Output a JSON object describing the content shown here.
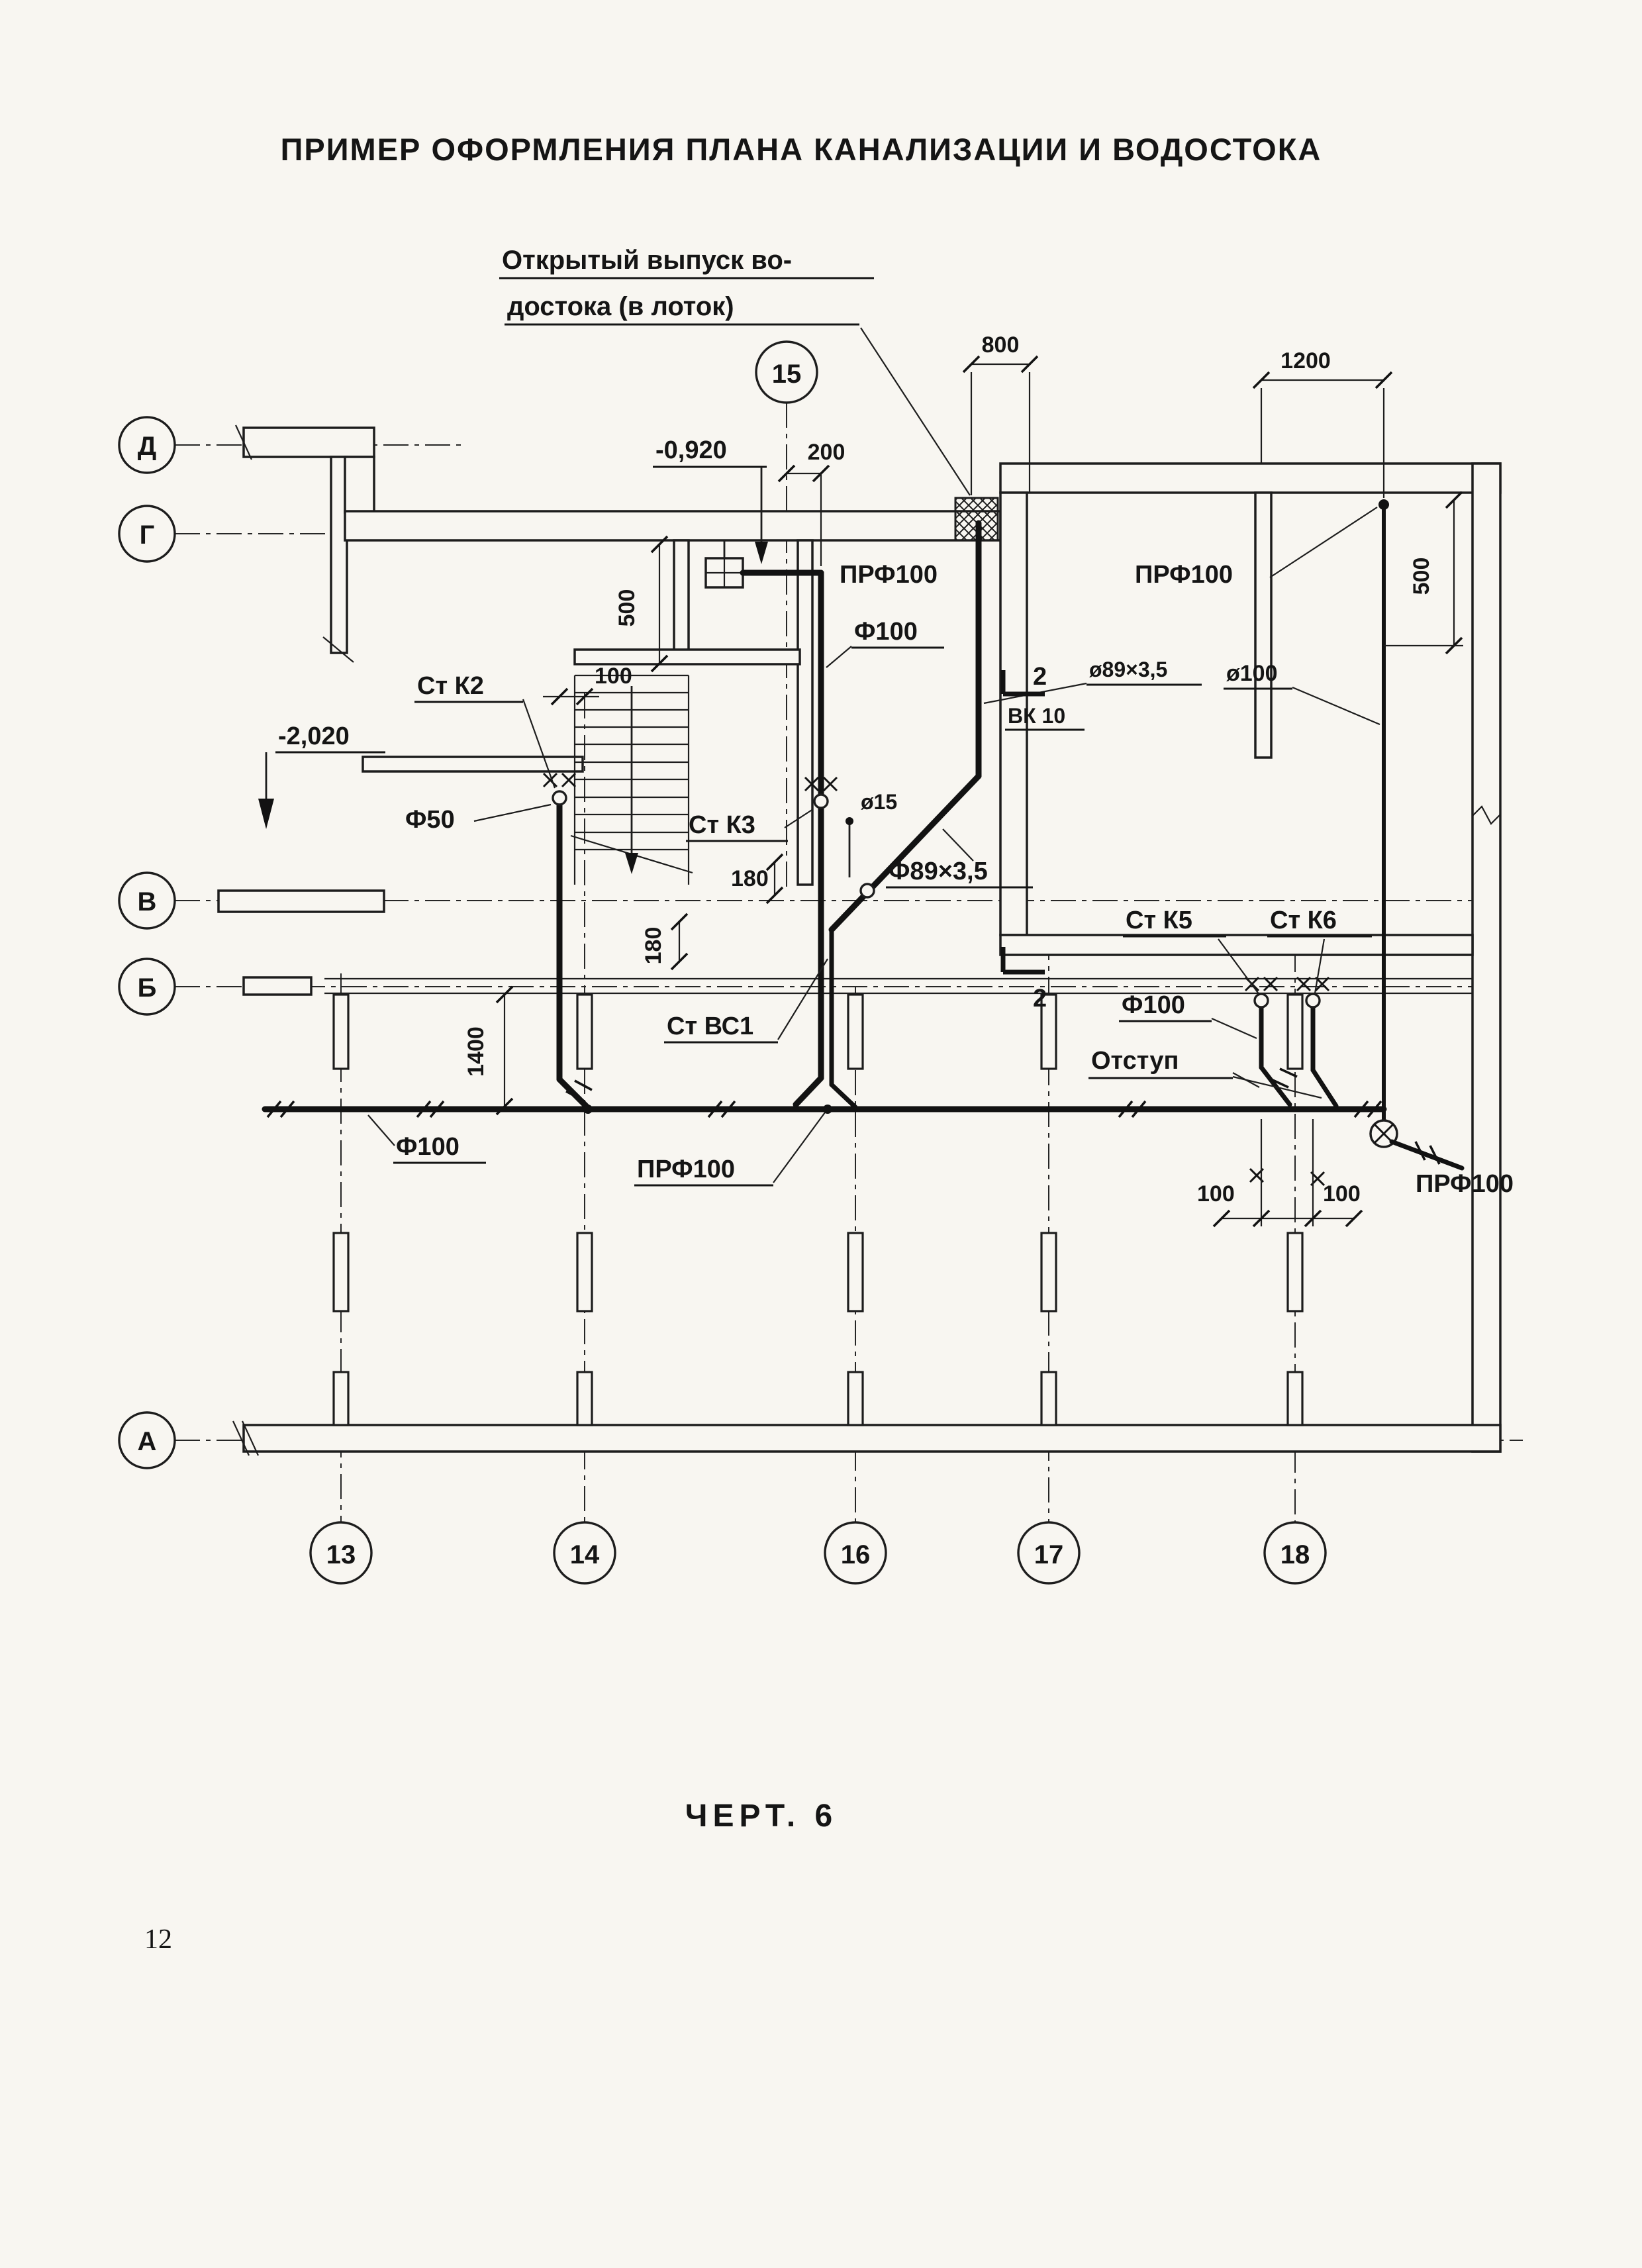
{
  "page": {
    "title": "ПРИМЕР ОФОРМЛЕНИЯ ПЛАНА КАНАЛИЗАЦИИ И ВОДОСТОКА",
    "caption": "ЧЕРТ. 6",
    "page_number": "12"
  },
  "note": {
    "line1": "Открытый выпуск во-",
    "line2": "достока (в лоток)"
  },
  "axes": {
    "row_d": "Д",
    "row_g": "Г",
    "row_v": "В",
    "row_b": "Б",
    "row_a": "А",
    "col_13": "13",
    "col_14": "14",
    "col_15": "15",
    "col_16": "16",
    "col_17": "17",
    "col_18": "18"
  },
  "dimensions": {
    "top_800": "800",
    "top_1200": "1200",
    "top_200": "200",
    "left_500": "500",
    "right_500": "500",
    "k2_100": "100",
    "diag_180": "180",
    "diag_180_vert": "180",
    "left_1400": "1400",
    "bottom_100_left": "100",
    "bottom_100_right": "100"
  },
  "elevations": {
    "upper": "-0,920",
    "lower": "-2,020"
  },
  "pipe_labels": {
    "prf100_top": "ПРФ100",
    "prf100_top_right": "ПРФ100",
    "prf100_main": "ПРФ100",
    "prf100_bottom_right": "ПРФ100",
    "f100_top": "Ф100",
    "f100_right": "Ф100",
    "f100_main": "Ф100",
    "f50": "Ф50",
    "d89": "ø89×3,5",
    "f89": "Ф89×3,5",
    "d100": "ø100",
    "d15": "ø15"
  },
  "stacks": {
    "k2": "Ст К2",
    "k3": "Ст К3",
    "k5": "Ст К5",
    "k6": "Ст К6",
    "vs1": "Ст ВС1"
  },
  "marks": {
    "section_upper": "2",
    "section_lower": "2",
    "vk10": "ВК 10",
    "offset_label": "Отступ"
  }
}
